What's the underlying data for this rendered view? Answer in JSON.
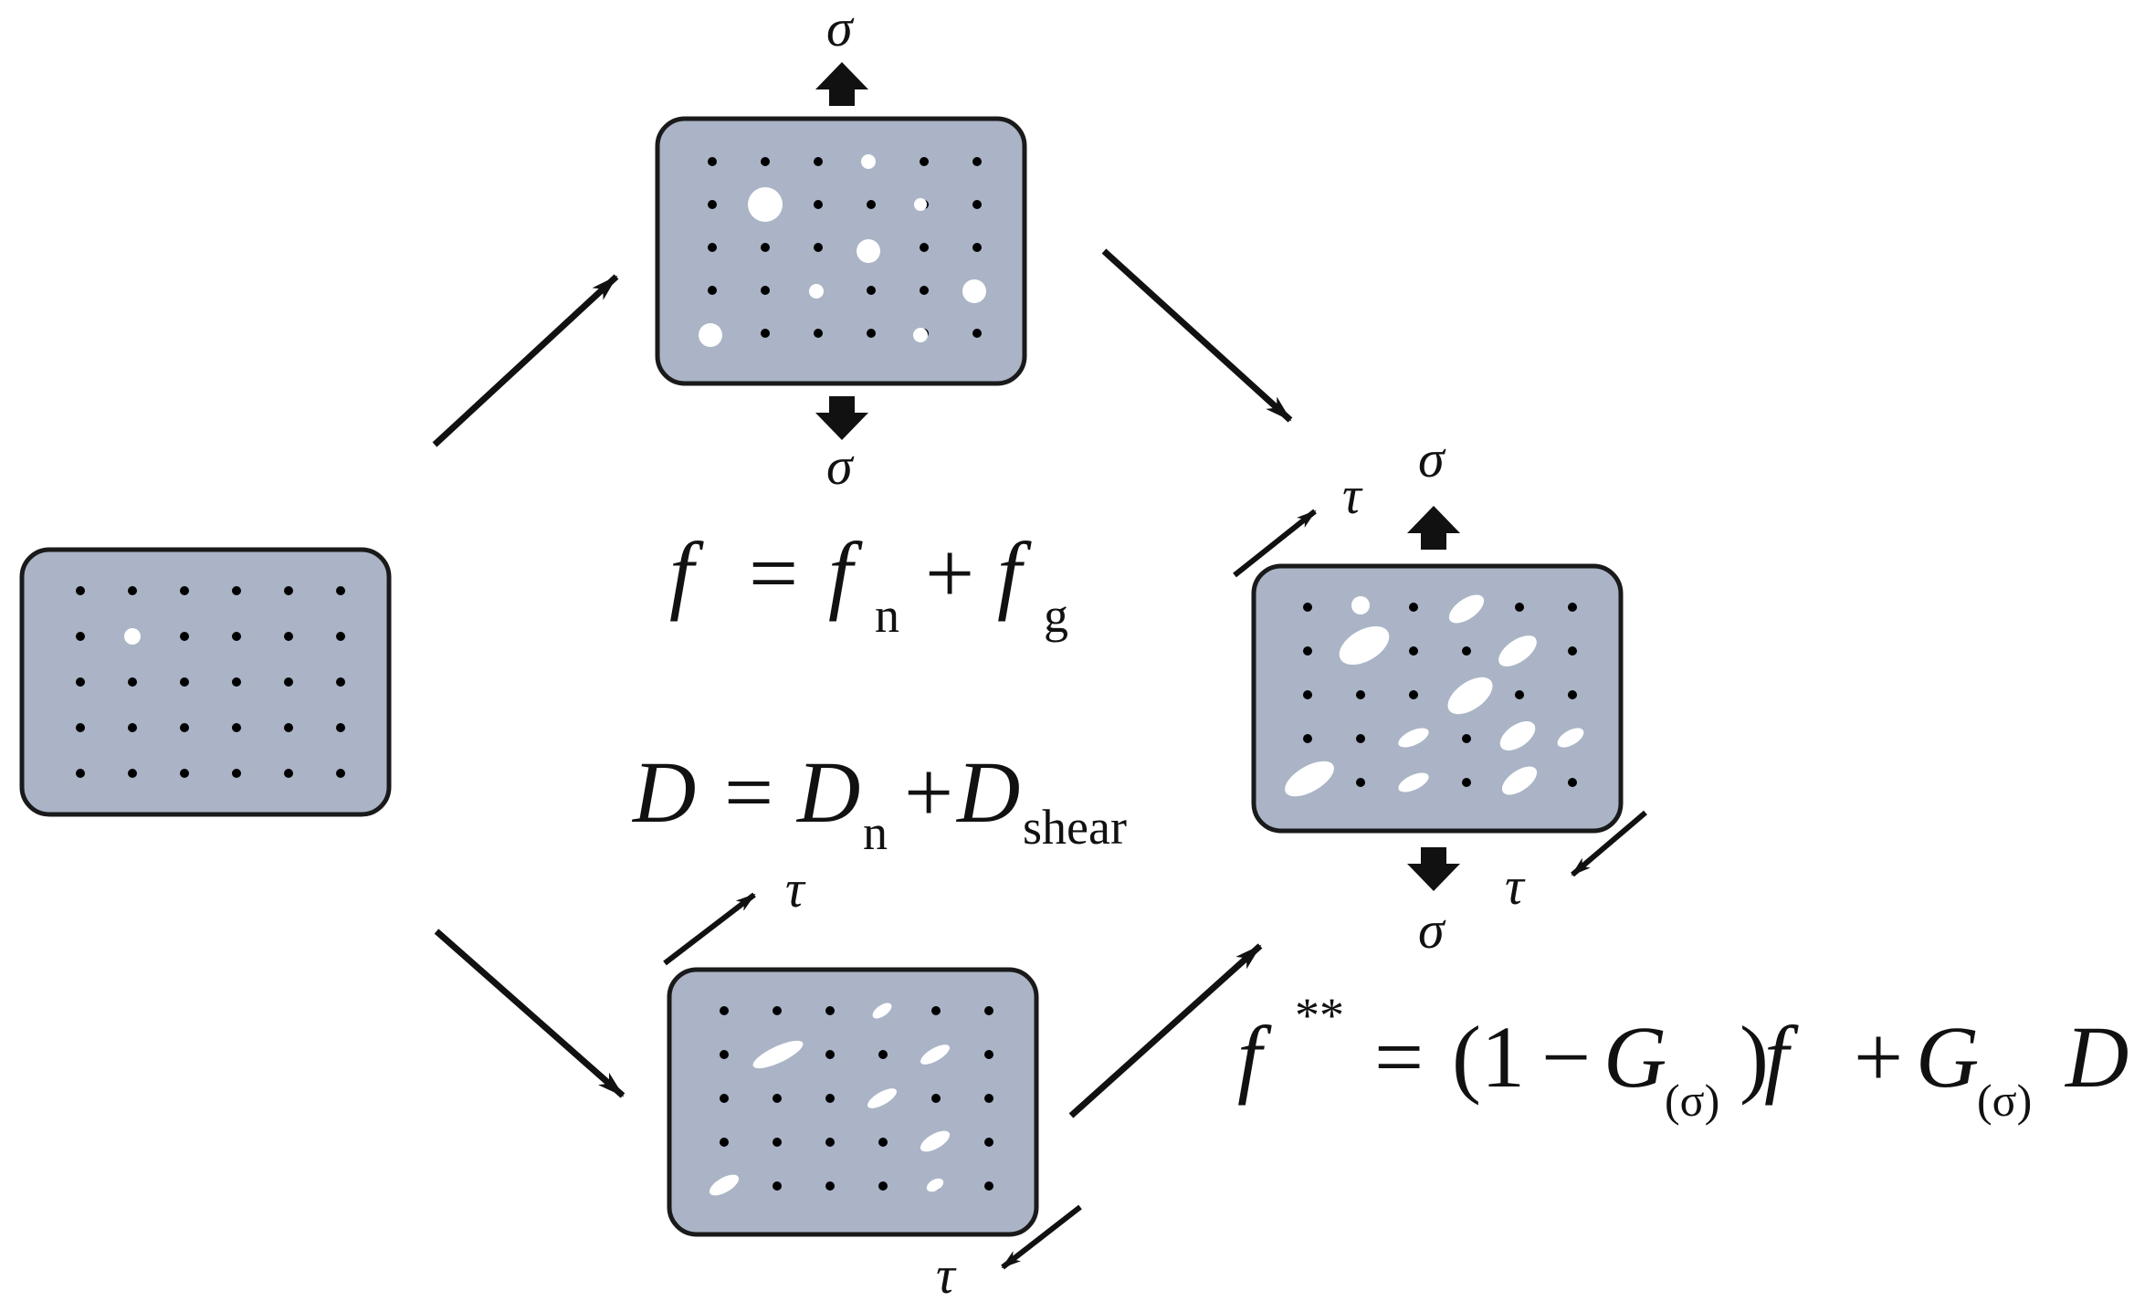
{
  "colors": {
    "panel_fill": "#aab4c6",
    "panel_stroke": "#1a1a1a",
    "arrow": "#111111",
    "void": "#ffffff",
    "dot": "#000000"
  },
  "labels": {
    "sigma": "σ",
    "tau": "τ"
  },
  "equations": {
    "f_total": {
      "f": "f",
      "eq": "=",
      "f1": "f",
      "n": "n",
      "plus": "+",
      "f2": "f",
      "g": "g"
    },
    "damage": {
      "D": "D",
      "eq": "=",
      "D1": "D",
      "n": "n",
      "plus": "+",
      "D2": "D",
      "shear": "shear"
    },
    "f_star": {
      "f": "f",
      "stars": "**",
      "eq": "=",
      "open": "(1",
      "minus": "−",
      "G1": "G",
      "sub1": "(σ)",
      "close": ")",
      "f2": "f",
      "plus": "+",
      "G2": "G",
      "sub2": "(σ)",
      "D": "D"
    }
  },
  "icons": {
    "stress_arrow": "block-arrow-icon",
    "flow_arrow": "line-arrow-icon"
  }
}
